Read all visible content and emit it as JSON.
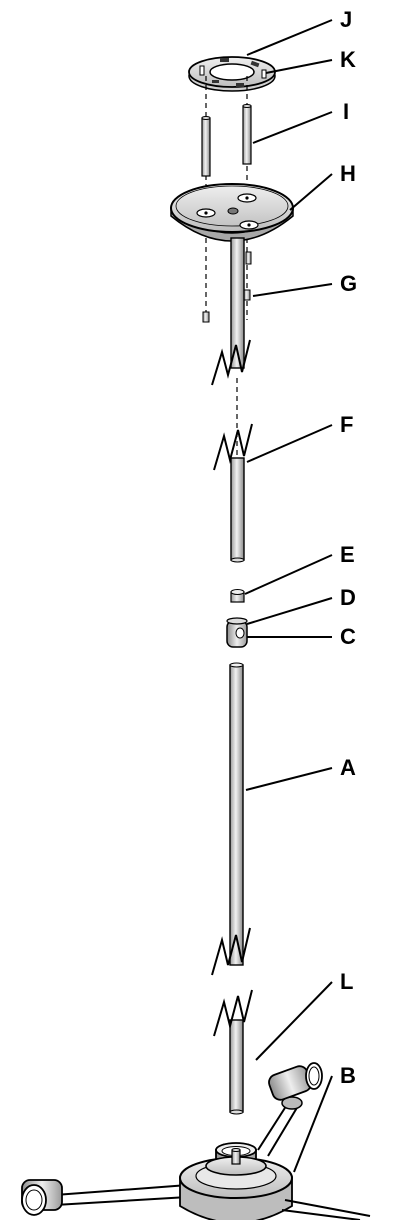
{
  "diagram": {
    "callouts": [
      {
        "id": "J",
        "label": "J"
      },
      {
        "id": "K",
        "label": "K"
      },
      {
        "id": "I",
        "label": "I"
      },
      {
        "id": "H",
        "label": "H"
      },
      {
        "id": "G",
        "label": "G"
      },
      {
        "id": "F",
        "label": "F"
      },
      {
        "id": "E",
        "label": "E"
      },
      {
        "id": "D",
        "label": "D"
      },
      {
        "id": "C",
        "label": "C"
      },
      {
        "id": "A",
        "label": "A"
      },
      {
        "id": "L",
        "label": "L"
      },
      {
        "id": "B",
        "label": "B"
      }
    ],
    "colors": {
      "line": "#000000",
      "metal_light": "#e6e6e6",
      "metal_mid": "#bdbdbd",
      "metal_dark": "#8a8a8a",
      "background": "#ffffff"
    }
  }
}
